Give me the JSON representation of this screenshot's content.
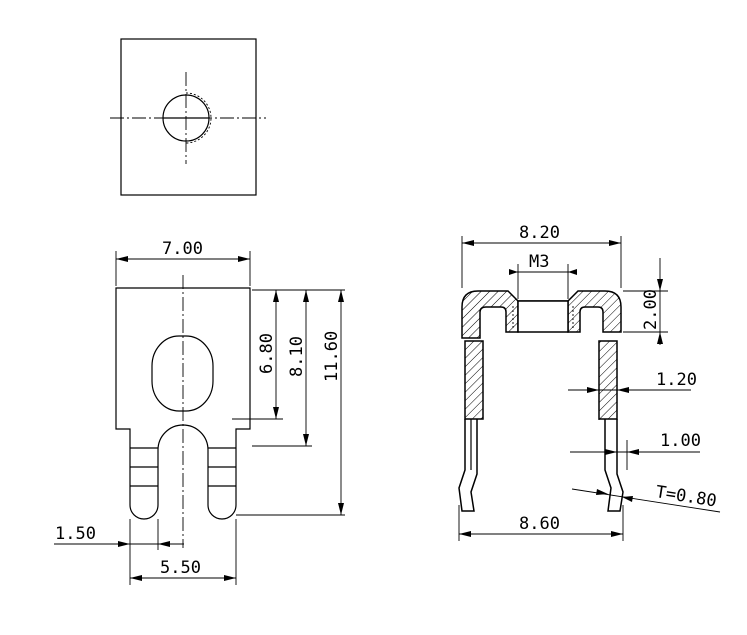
{
  "drawing": {
    "front_view": {
      "width": "7.00",
      "hole_to_slot": "6.80",
      "slot_depth": "8.10",
      "overall_height": "11.60",
      "leg_width": "1.50",
      "leg_span": "5.50"
    },
    "side_view": {
      "width": "8.20",
      "thread": "M3",
      "top_thickness": "2.00",
      "wall_thickness": "1.20",
      "leg_thickness": "1.00",
      "material_thickness": "T=0.80",
      "leg_span": "8.60"
    }
  }
}
